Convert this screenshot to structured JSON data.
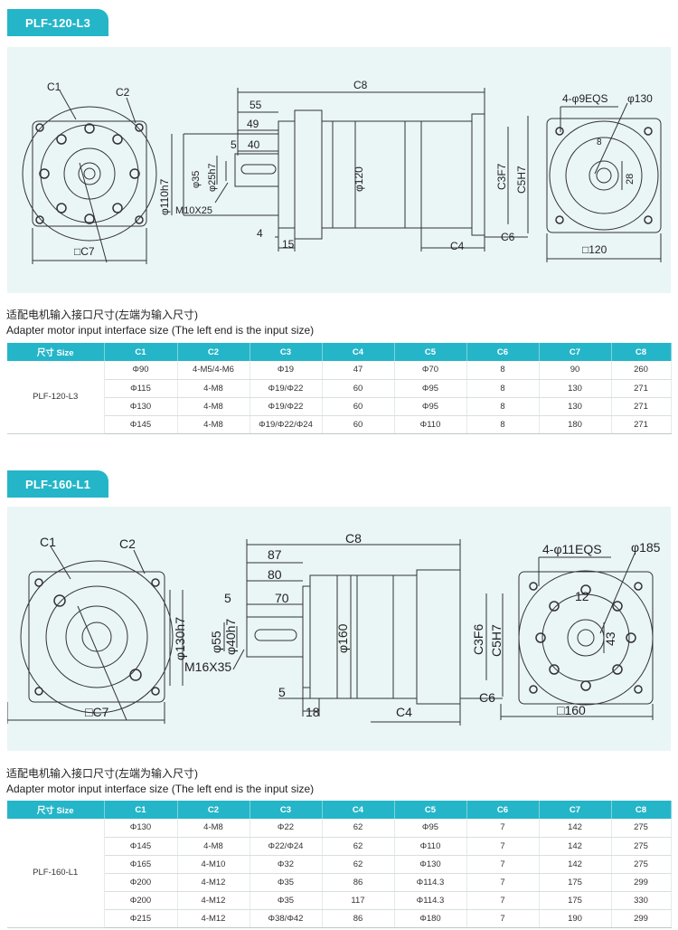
{
  "sections": [
    {
      "model": "PLF-120-L3",
      "caption_cn": "适配电机输入接口尺寸(左端为输入尺寸)",
      "caption_en": "Adapter motor input interface size (The left end is the input size)",
      "headers": [
        "尺寸 Size",
        "C1",
        "C2",
        "C3",
        "C4",
        "C5",
        "C6",
        "C7",
        "C8"
      ],
      "rows": [
        [
          "Φ90",
          "4-M5/4-M6",
          "Φ19",
          "47",
          "Φ70",
          "8",
          "90",
          "260"
        ],
        [
          "Φ115",
          "4-M8",
          "Φ19/Φ22",
          "60",
          "Φ95",
          "8",
          "130",
          "271"
        ],
        [
          "Φ130",
          "4-M8",
          "Φ19/Φ22",
          "60",
          "Φ95",
          "8",
          "130",
          "271"
        ],
        [
          "Φ145",
          "4-M8",
          "Φ19/Φ22/Φ24",
          "60",
          "Φ110",
          "8",
          "180",
          "271"
        ]
      ],
      "labels": {
        "c1": "C1",
        "c2": "C2",
        "c7": "□C7",
        "od": "φ110h7",
        "s35": "φ35",
        "s25": "φ25h7",
        "thread": "M10X25",
        "d55": "55",
        "d49": "49",
        "d5": "5",
        "d40": "40",
        "d4": "4",
        "d15": "15",
        "c8": "C8",
        "d120": "φ120",
        "c3": "C3F7",
        "c5": "C5H7",
        "c4": "C4",
        "c6": "C6",
        "holes": "4-φ9EQS",
        "d130": "φ130",
        "d28": "28",
        "d8": "8",
        "sq": "□120"
      }
    },
    {
      "model": "PLF-160-L1",
      "caption_cn": "适配电机输入接口尺寸(左端为输入尺寸)",
      "caption_en": "Adapter motor input interface size (The left end is the input size)",
      "headers": [
        "尺寸 Size",
        "C1",
        "C2",
        "C3",
        "C4",
        "C5",
        "C6",
        "C7",
        "C8"
      ],
      "rows": [
        [
          "Φ130",
          "4-M8",
          "Φ22",
          "62",
          "Φ95",
          "7",
          "142",
          "275"
        ],
        [
          "Φ145",
          "4-M8",
          "Φ22/Φ24",
          "62",
          "Φ110",
          "7",
          "142",
          "275"
        ],
        [
          "Φ165",
          "4-M10",
          "Φ32",
          "62",
          "Φ130",
          "7",
          "142",
          "275"
        ],
        [
          "Φ200",
          "4-M12",
          "Φ35",
          "86",
          "Φ114.3",
          "7",
          "175",
          "299"
        ],
        [
          "Φ200",
          "4-M12",
          "Φ35",
          "117",
          "Φ114.3",
          "7",
          "175",
          "330"
        ],
        [
          "Φ215",
          "4-M12",
          "Φ38/Φ42",
          "86",
          "Φ180",
          "7",
          "190",
          "299"
        ]
      ],
      "labels": {
        "c1": "C1",
        "c2": "C2",
        "c7": "□C7",
        "od": "φ130h7",
        "s35": "φ55",
        "s25": "φ40h7",
        "thread": "M16X35",
        "d55": "87",
        "d49": "80",
        "d5": "5",
        "d40": "70",
        "d4": "5",
        "d15": "18",
        "c8": "C8",
        "d120": "φ160",
        "c3": "C3F6",
        "c5": "C5H7",
        "c4": "C4",
        "c6": "C6",
        "holes": "4-φ11EQS",
        "d130": "φ185",
        "d28": "43",
        "d8": "12",
        "sq": "□160"
      }
    }
  ]
}
